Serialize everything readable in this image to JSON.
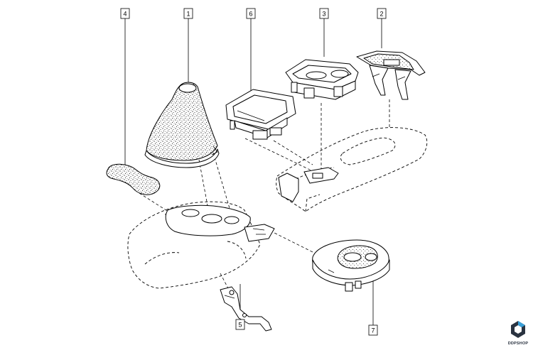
{
  "callouts": [
    {
      "id": "4",
      "label": "4"
    },
    {
      "id": "1",
      "label": "1"
    },
    {
      "id": "6",
      "label": "6"
    },
    {
      "id": "3",
      "label": "3"
    },
    {
      "id": "2",
      "label": "2"
    },
    {
      "id": "5",
      "label": "5"
    },
    {
      "id": "7",
      "label": "7"
    }
  ],
  "watermark": {
    "text": "DDPSHOP",
    "icon": "ddpshop-logo-icon"
  },
  "colors": {
    "line": "#000000",
    "background": "#ffffff",
    "logo": "#2a3340",
    "logo_accent": "#3aa0d8"
  }
}
